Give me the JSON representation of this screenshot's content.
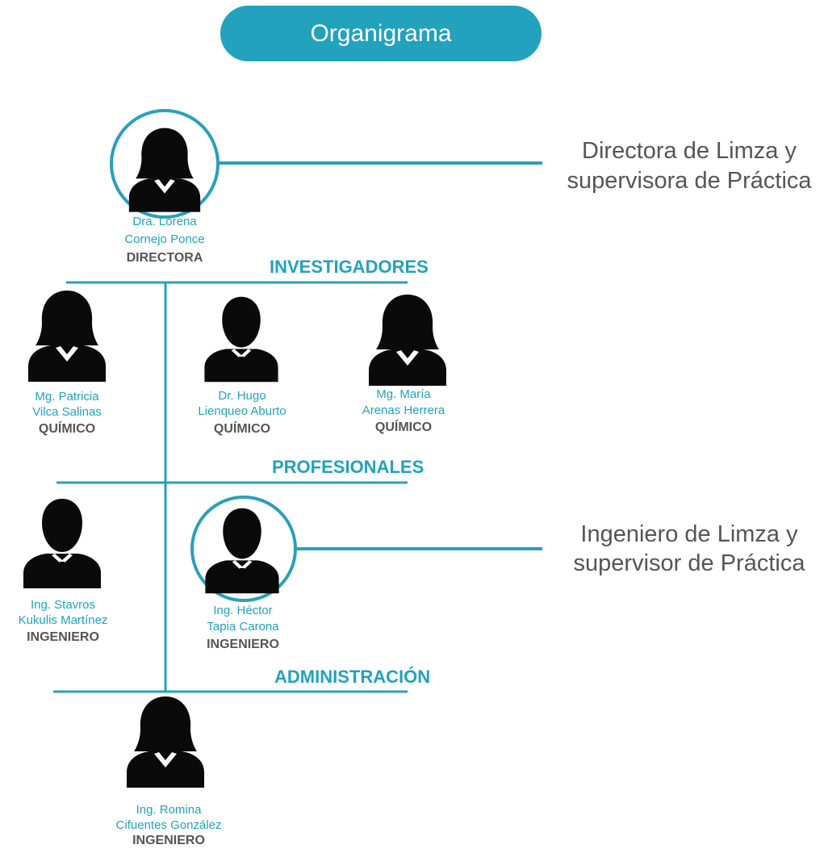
{
  "title": "Organigrama",
  "colors": {
    "accent": "#22a2bd",
    "line": "#2aa0ba",
    "silhouette": "#0a0a0a",
    "role_text": "#555555",
    "desc_text": "#555555"
  },
  "sections": {
    "investigadores": "INVESTIGADORES",
    "profesionales": "PROFESIONALES",
    "administracion": "ADMINISTRACIÓN"
  },
  "people": {
    "lorena": {
      "name_line1": "Dra. Lorena",
      "name_line2": "Cornejo Ponce",
      "role": "DIRECTORA",
      "icon": "female-person-icon"
    },
    "patricia": {
      "name_line1": "Mg. Patricia",
      "name_line2": "Vilca Salinas",
      "role": "QUÍMICO",
      "icon": "female-person-icon"
    },
    "hugo": {
      "name_line1": "Dr. Hugo",
      "name_line2": "Lienqueo Aburto",
      "role": "QUÍMICO",
      "icon": "male-person-icon"
    },
    "maria": {
      "name_line1": "Mg. María",
      "name_line2": "Arenas Herrera",
      "role": "QUÍMICO",
      "icon": "female-person-icon"
    },
    "stavros": {
      "name_line1": "Ing. Stavros",
      "name_line2": "Kukulis Martínez",
      "role": "INGENIERO",
      "icon": "male-person-icon"
    },
    "hector": {
      "name_line1": "Ing. Héctor",
      "name_line2": "Tapia Carona",
      "role": "INGENIERO",
      "icon": "male-person-icon"
    },
    "romina": {
      "name_line1": "Ing. Romina",
      "name_line2": "Cifuentes González",
      "role": "INGENIERO",
      "icon": "female-person-icon"
    }
  },
  "descriptions": {
    "directora_line1": "Directora de Limza y",
    "directora_line2": "supervisora de Práctica",
    "ingeniero_line1": "Ingeniero de Limza y",
    "ingeniero_line2": "supervisor de Práctica"
  }
}
